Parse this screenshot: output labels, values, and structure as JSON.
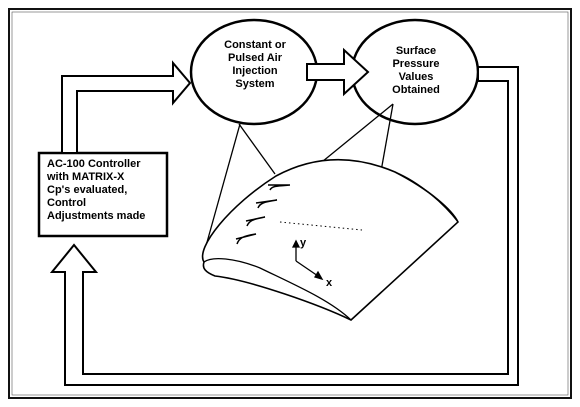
{
  "nodes": {
    "controller": {
      "lines": [
        "AC-100 Controller",
        "with MATRIX-X",
        "Cp's evaluated,",
        "Control",
        "Adjustments made"
      ]
    },
    "injection": {
      "lines": [
        "Constant or",
        "Pulsed Air",
        "Injection",
        "System"
      ]
    },
    "pressure": {
      "lines": [
        "Surface",
        "Pressure",
        "Values",
        "Obtained"
      ]
    }
  },
  "axes": {
    "y": "y",
    "x": "x"
  }
}
